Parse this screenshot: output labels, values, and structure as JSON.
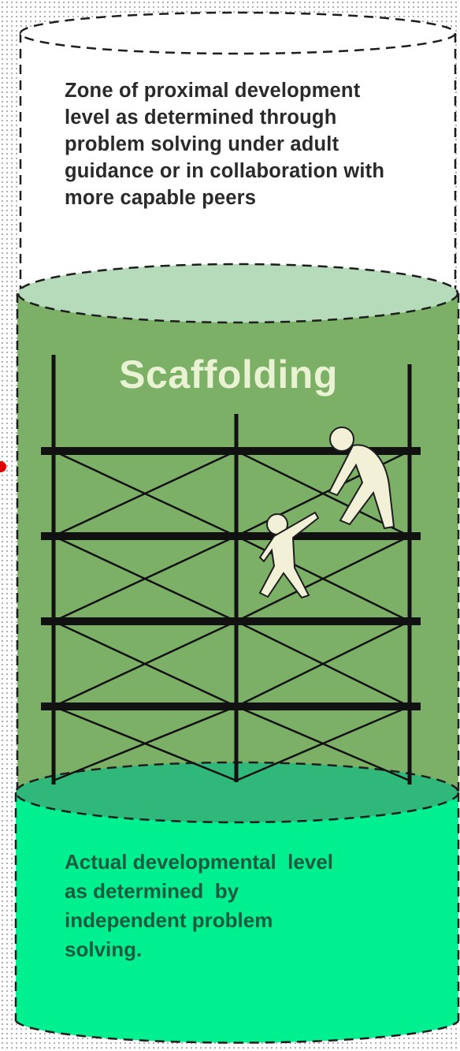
{
  "zone": {
    "lines": [
      "Zone of proximal development",
      "level as determined through",
      "problem solving under adult",
      "guidance or in collaboration with",
      "more capable peers"
    ]
  },
  "scaffolding": {
    "title": "Scaffolding"
  },
  "actual": {
    "lines": [
      "Actual developmental  level",
      "as determined  by",
      "independent problem",
      "solving."
    ]
  },
  "colors": {
    "zone_fill": "#ffffff",
    "scaffold_fill": "#7bb066",
    "actual_fill": "#00f08f",
    "scaffold_text": "#e9f3d3",
    "figure_fill": "#f3f0d8"
  },
  "icons": {
    "adult": "adult-figure-icon",
    "child": "child-figure-icon"
  }
}
